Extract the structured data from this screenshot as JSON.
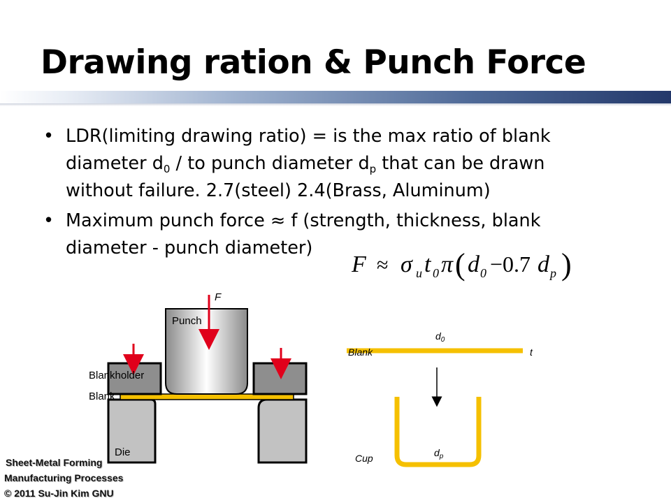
{
  "slide": {
    "title": "Drawing ration & Punch Force",
    "bullets": [
      {
        "marker": "•",
        "line1": "LDR(limiting drawing ratio) = is the max ratio of blank",
        "line2a": "diameter d",
        "line2_sub1": "0",
        "line2b": " / to punch diameter d",
        "line2_sub2": "p",
        "line2c": " that can be drawn",
        "line3": "without failure. 2.7(steel) 2.4(Brass, Aluminum)"
      },
      {
        "marker": "•",
        "line1": "Maximum punch force ≈ f (strength, thickness, blank",
        "line2": "diameter - punch diameter)"
      }
    ],
    "formula": {
      "F": "F",
      "approx": "≈",
      "sigma": "σ",
      "sigma_sub": "u",
      "t": "t",
      "t_sub": "0",
      "pi": "π",
      "d0": "d",
      "d0_sub": "0",
      "minus": "−0.7",
      "dp": "d",
      "dp_sub": "p"
    }
  },
  "diagram": {
    "left": {
      "force_label": "F",
      "punch_label": "Punch",
      "blankholder_label": "Blankholder",
      "blank_label": "Blank",
      "die_label": "Die"
    },
    "right": {
      "d0_label": "d",
      "d0_sub": "0",
      "blank_label": "Blank",
      "t_label": "t",
      "dp_label": "d",
      "dp_sub": "p",
      "cup_label": "Cup"
    },
    "colors": {
      "blank": "#f5c000",
      "tooling": "#8e8e8e",
      "die": "#c2c2c2",
      "arrow": "#e0001b"
    }
  },
  "footer": {
    "line1": "Sheet-Metal Forming",
    "line2": "Manufacturing Processes",
    "line3": "© 2011 Su-Jin Kim GNU"
  }
}
